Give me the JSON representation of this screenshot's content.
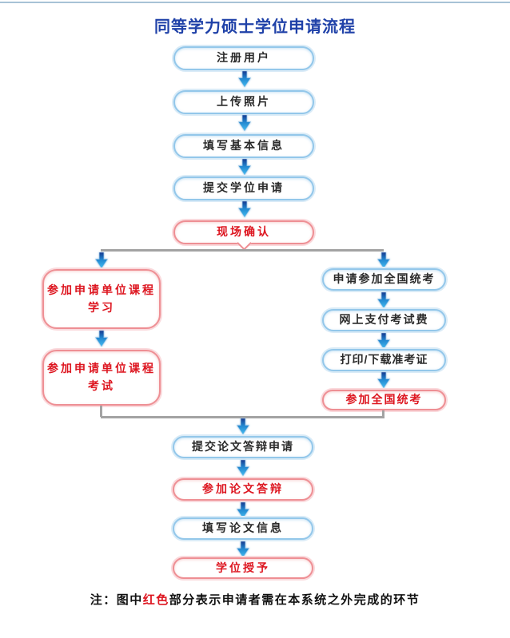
{
  "title": "同等学力硕士学位申请流程",
  "colors": {
    "title_blue": "#1f41a8",
    "node_blue_border": "#93c7ea",
    "node_blue_halo": "#d9ebf7",
    "node_red_border": "#ee8f94",
    "node_red_halo": "#fad9dc",
    "red_text": "#dd1620",
    "dark_text": "#2a2a2a",
    "connector_gray": "#a3a3a3",
    "arrow_dark": "#16398f",
    "arrow_mid": "#2186cf",
    "arrow_light": "#45bdf0",
    "top_rule": "#a7c2d6"
  },
  "flow": {
    "main": [
      {
        "label": "注册用户",
        "type": "blue"
      },
      {
        "label": "上传照片",
        "type": "blue"
      },
      {
        "label": "填写基本信息",
        "type": "blue"
      },
      {
        "label": "提交学位申请",
        "type": "blue"
      },
      {
        "label": "现场确认",
        "type": "red"
      }
    ],
    "left": [
      {
        "line1": "参加申请单位课程",
        "line2": "学习",
        "type": "red"
      },
      {
        "line1": "参加申请单位课程",
        "line2": "考试",
        "type": "red"
      }
    ],
    "right": [
      {
        "label": "申请参加全国统考",
        "type": "blue"
      },
      {
        "label": "网上支付考试费",
        "type": "blue"
      },
      {
        "label": "打印/下载准考证",
        "type": "blue"
      },
      {
        "label": "参加全国统考",
        "type": "red"
      }
    ],
    "bottom": [
      {
        "label": "提交论文答辩申请",
        "type": "blue"
      },
      {
        "label": "参加论文答辩",
        "type": "red"
      },
      {
        "label": "填写论文信息",
        "type": "blue"
      },
      {
        "label": "学位授予",
        "type": "red"
      }
    ]
  },
  "note": {
    "prefix": "注：图中",
    "highlight": "红色",
    "suffix": "部分表示申请者需在本系统之外完成的环节"
  }
}
